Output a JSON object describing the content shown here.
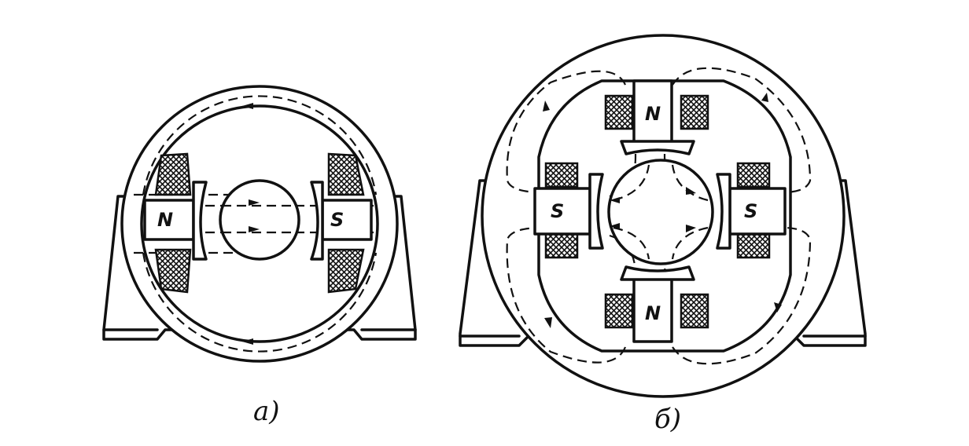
{
  "figures": [
    {
      "caption": "а)",
      "poles": {
        "left": "N",
        "right": "S"
      }
    },
    {
      "caption": "б)",
      "poles": {
        "top": "N",
        "left": "S",
        "right": "S",
        "bottom": "N"
      }
    }
  ],
  "colors": {
    "ink": "#111111",
    "background": "#ffffff"
  }
}
